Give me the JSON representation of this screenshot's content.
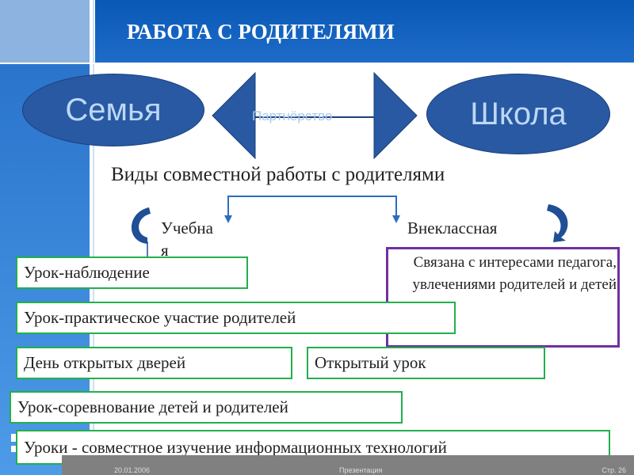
{
  "header": {
    "title": "РАБОТА С РОДИТЕЛЯМИ"
  },
  "diagram": {
    "left": "Семья",
    "right": "Школа",
    "link": "Партнёрство"
  },
  "subtitle": "Виды совместной работы с родителями",
  "branches": {
    "left": "Учебная",
    "right": "Внеклассная"
  },
  "description": "Связана с интересами педагога, увлечениями родителей и детей",
  "items": [
    "Урок-наблюдение",
    "Урок-практическое участие родителей",
    "День открытых дверей",
    "Открытый урок",
    "Урок-соревнование детей и родителей",
    "Уроки - совместное изучение информационных технологий"
  ],
  "footer": {
    "date": "20.01.2006",
    "center": "Презентация",
    "page": "Стр. 26"
  }
}
